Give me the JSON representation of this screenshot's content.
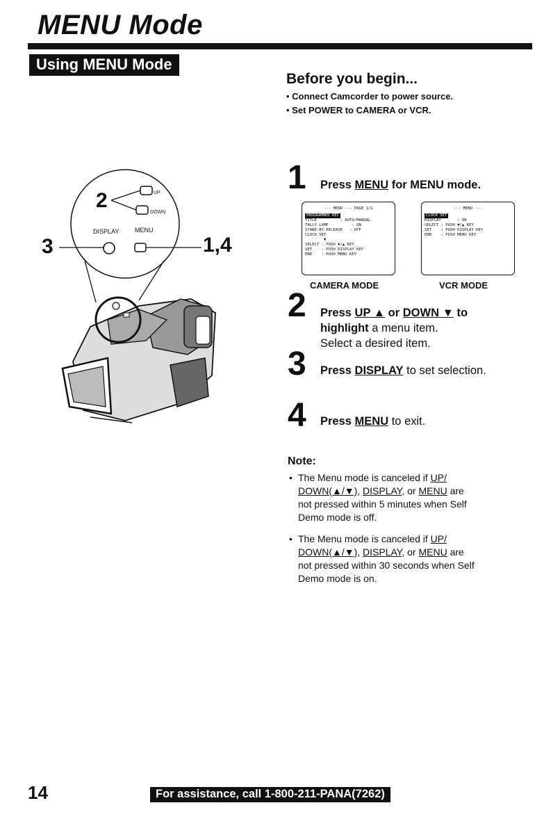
{
  "header": {
    "title": "MENU Mode",
    "section": "Using MENU Mode"
  },
  "before": {
    "title": "Before you begin...",
    "items": [
      "• Connect Camcorder to power source.",
      "• Set POWER to CAMERA or VCR."
    ]
  },
  "illustration": {
    "callout_2": "2",
    "callout_3": "3",
    "callout_14": "1,4",
    "label_up": "UP",
    "label_down": "DOWN",
    "label_display": "DISPLAY",
    "label_menu": "MENU"
  },
  "steps": [
    {
      "num": "1",
      "pre": "Press ",
      "key": "MENU",
      "post": " for MENU mode."
    },
    {
      "num": "2",
      "pre": "Press ",
      "key": "UP ▲",
      "mid": " or ",
      "key2": "DOWN ▼",
      "post": " to",
      "bold2": "highlight",
      "line2rest": " a menu item.",
      "line3": "Select a desired item."
    },
    {
      "num": "3",
      "pre": "Press ",
      "key": "DISPLAY",
      "post": " to set selection."
    },
    {
      "num": "4",
      "pre": "Press ",
      "key": "MENU",
      "post": " to exit."
    }
  ],
  "screens": {
    "camera": {
      "header": "--- MENU ---    PAGE 1/2",
      "highlight": "PROGRAMMED REC",
      "lines": [
        "TITLE          : AUTO/MANUAL",
        "TALLY LAMP          : ON",
        "STAND-BY RELEASE   : OFF",
        "CLOCK SET",
        "        ▼",
        "SELECT : PUSH ▼/▲ KEY",
        "SET    : PUSH DISPLAY KEY",
        "END    : PUSH MENU KEY"
      ],
      "label": "CAMERA  MODE"
    },
    "vcr": {
      "header": "--- MENU ---",
      "highlight": "CLOCK SET",
      "lines": [
        "DISPLAY       : ON",
        "",
        "",
        "",
        "",
        "SELECT : PUSH ▼/▲ KEY",
        "SET    : PUSH DISPLAY KEY",
        "END    : PUSH MENU KEY"
      ],
      "label": "VCR  MODE"
    }
  },
  "note": {
    "title": "Note:",
    "items": [
      {
        "a": "The Menu mode is canceled if ",
        "u1": "UP/",
        "u2": "DOWN(▲/▼)",
        "b": ", ",
        "u3": "DISPLAY",
        "c": ", or ",
        "u4": "MENU",
        "d": " are",
        "rest1": "not pressed within 5 minutes when Self",
        "rest2": "Demo mode is off."
      },
      {
        "a": "The Menu mode is canceled if ",
        "u1": "UP/",
        "u2": "DOWN(▲/▼)",
        "b": ", ",
        "u3": "DISPLAY",
        "c": ", or ",
        "u4": "MENU",
        "d": " are",
        "rest1": "not pressed within 30 seconds when Self",
        "rest2": "Demo mode is on."
      }
    ]
  },
  "footer": {
    "page": "14",
    "assist": "For assistance, call 1-800-211-PANA(7262)"
  }
}
